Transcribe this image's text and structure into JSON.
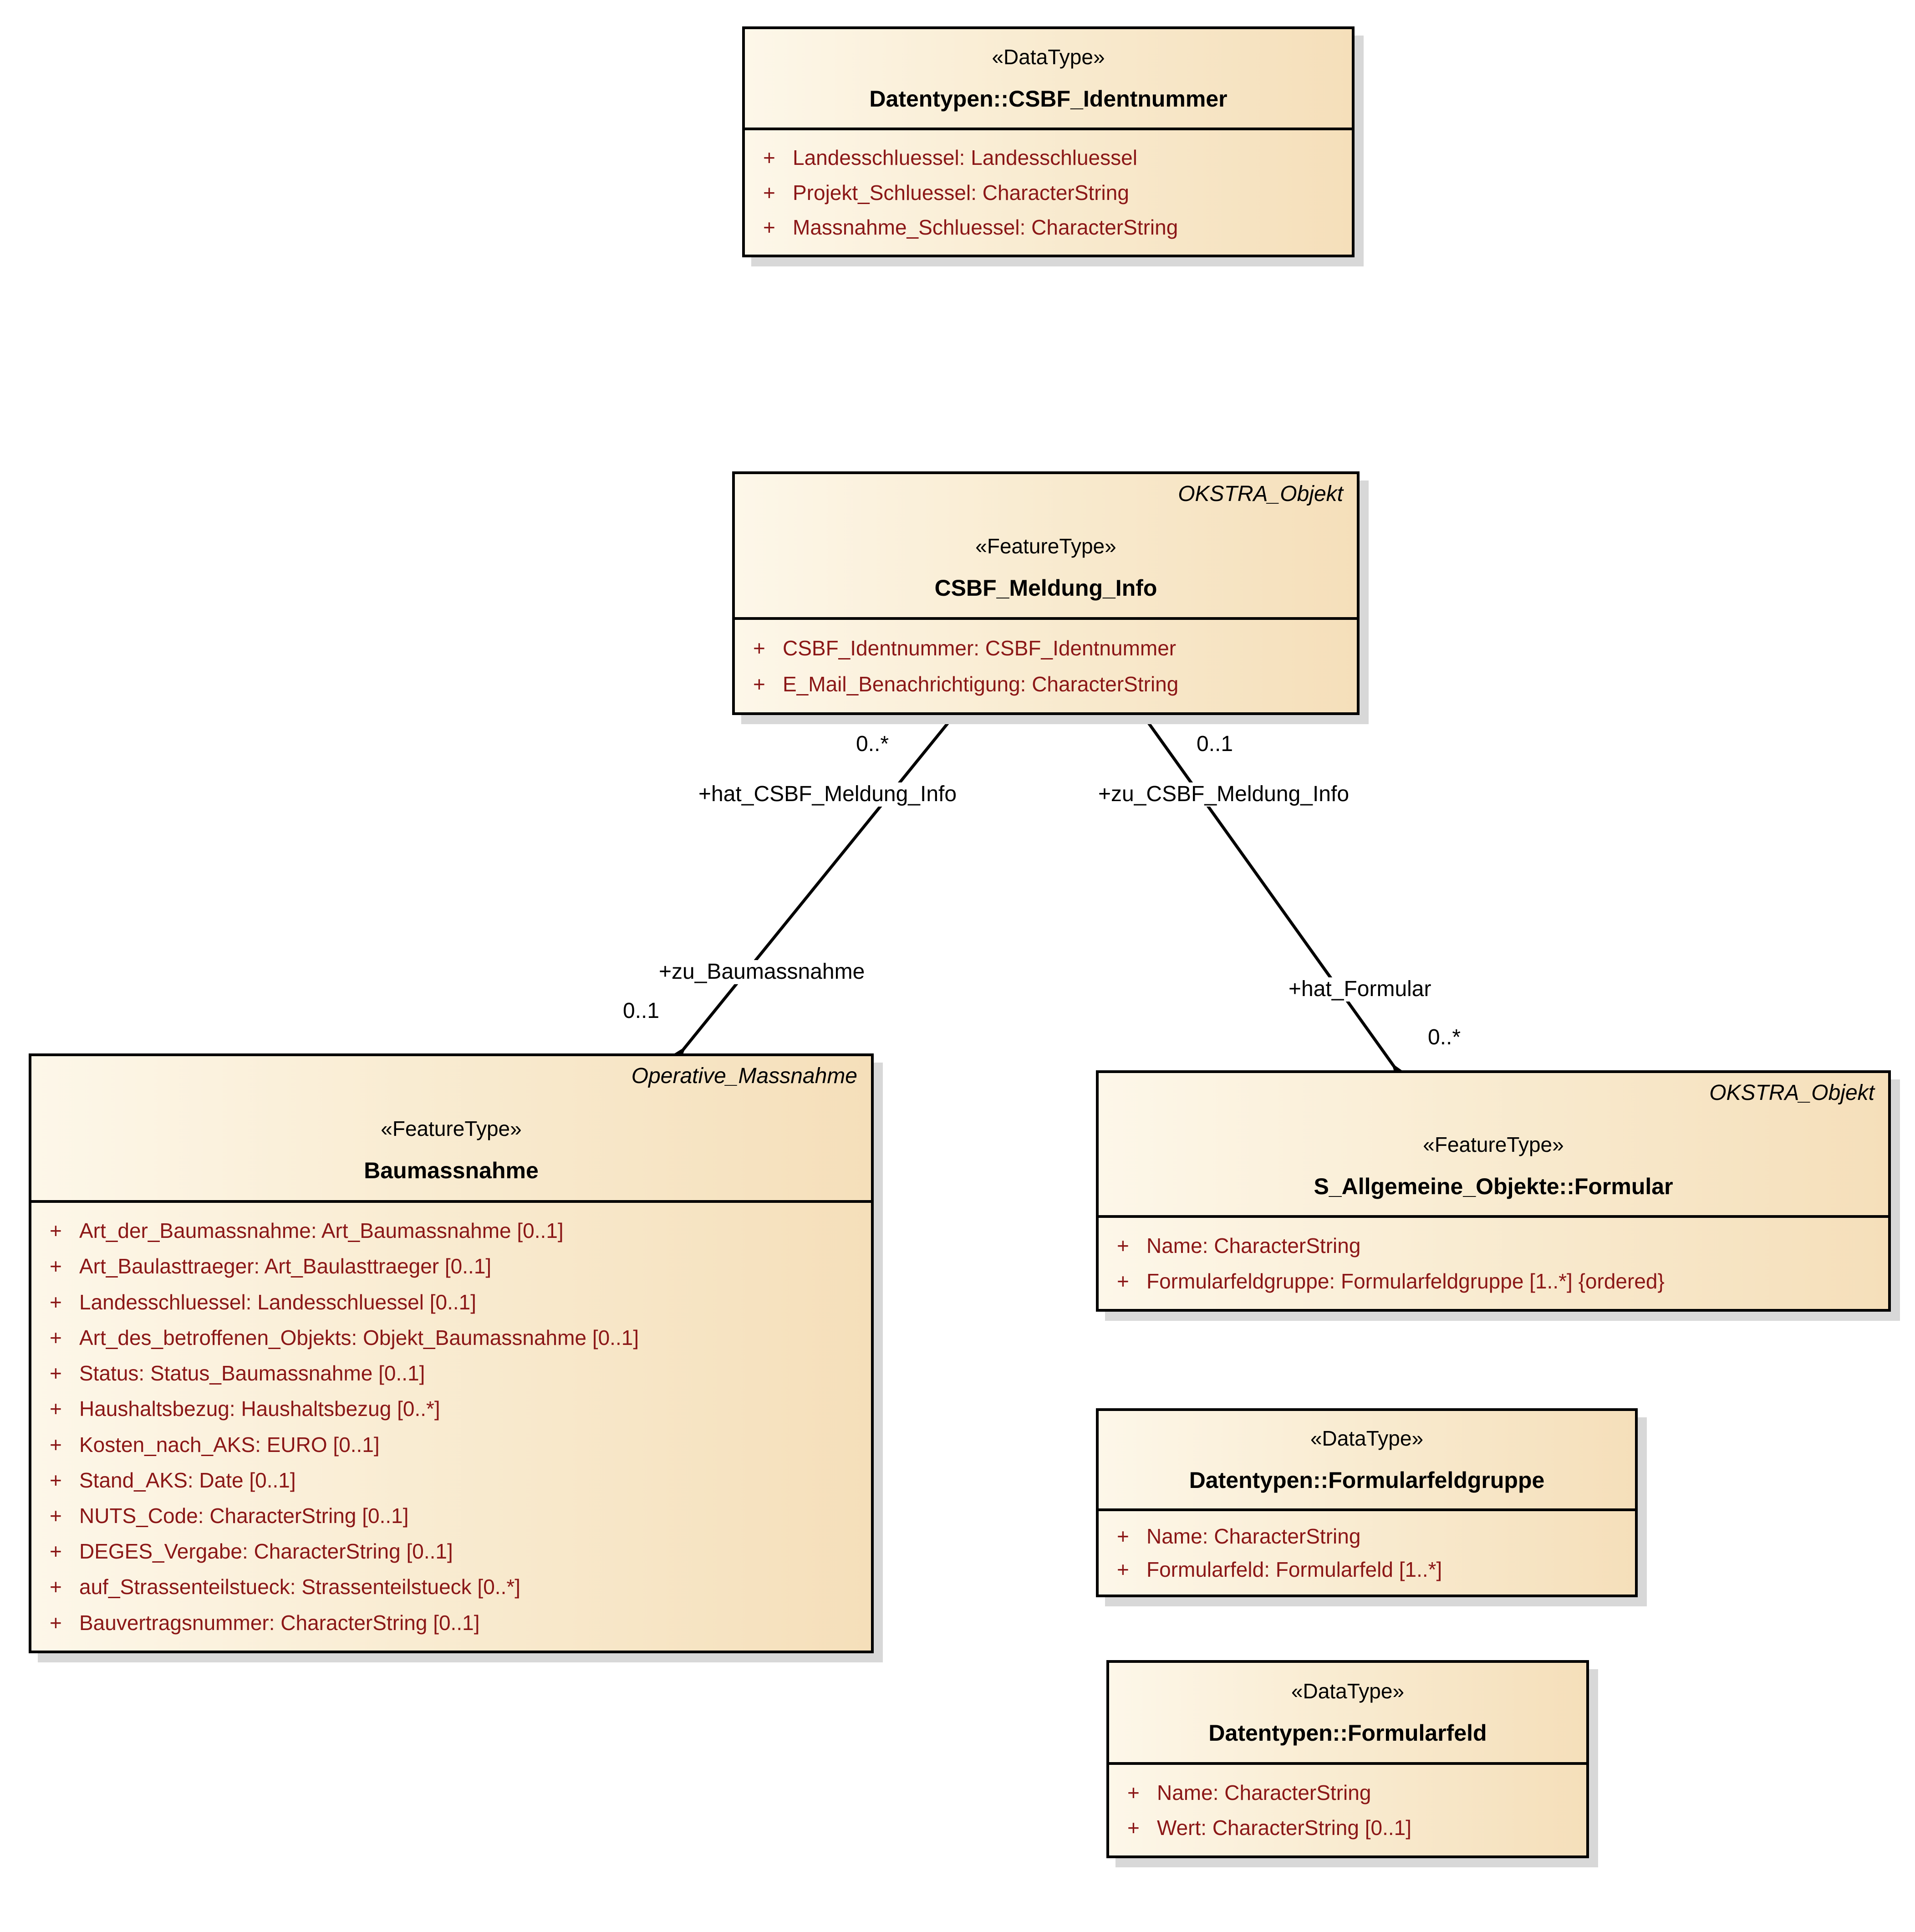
{
  "diagram": {
    "background": "#ffffff",
    "box_fill_left": "#fdf7e9",
    "box_fill_right": "#f5dfba",
    "border_color": "#000000",
    "shadow_color": "#d8d8d8",
    "attribute_text_color": "#8b1717",
    "line_color": "#000000"
  },
  "classes": {
    "identnummer": {
      "stereotype": "«DataType»",
      "name": "Datentypen::CSBF_Identnummer",
      "attributes": [
        {
          "vis": "+",
          "text": "Landesschluessel: Landesschluessel"
        },
        {
          "vis": "+",
          "text": "Projekt_Schluessel: CharacterString"
        },
        {
          "vis": "+",
          "text": "Massnahme_Schluessel: CharacterString"
        }
      ]
    },
    "meldung_info": {
      "annotation": "OKSTRA_Objekt",
      "stereotype": "«FeatureType»",
      "name": "CSBF_Meldung_Info",
      "attributes": [
        {
          "vis": "+",
          "text": "CSBF_Identnummer: CSBF_Identnummer"
        },
        {
          "vis": "+",
          "text": "E_Mail_Benachrichtigung: CharacterString"
        }
      ]
    },
    "baumassnahme": {
      "annotation": "Operative_Massnahme",
      "stereotype": "«FeatureType»",
      "name": "Baumassnahme",
      "attributes": [
        {
          "vis": "+",
          "text": "Art_der_Baumassnahme: Art_Baumassnahme [0..1]"
        },
        {
          "vis": "+",
          "text": "Art_Baulasttraeger: Art_Baulasttraeger [0..1]"
        },
        {
          "vis": "+",
          "text": "Landesschluessel: Landesschluessel [0..1]"
        },
        {
          "vis": "+",
          "text": "Art_des_betroffenen_Objekts: Objekt_Baumassnahme [0..1]"
        },
        {
          "vis": "+",
          "text": "Status: Status_Baumassnahme [0..1]"
        },
        {
          "vis": "+",
          "text": "Haushaltsbezug: Haushaltsbezug [0..*]"
        },
        {
          "vis": "+",
          "text": "Kosten_nach_AKS: EURO [0..1]"
        },
        {
          "vis": "+",
          "text": "Stand_AKS: Date [0..1]"
        },
        {
          "vis": "+",
          "text": "NUTS_Code: CharacterString [0..1]"
        },
        {
          "vis": "+",
          "text": "DEGES_Vergabe: CharacterString [0..1]"
        },
        {
          "vis": "+",
          "text": "auf_Strassenteilstueck: Strassenteilstueck [0..*]"
        },
        {
          "vis": "+",
          "text": "Bauvertragsnummer: CharacterString [0..1]"
        }
      ]
    },
    "formular": {
      "annotation": "OKSTRA_Objekt",
      "stereotype": "«FeatureType»",
      "name": "S_Allgemeine_Objekte::Formular",
      "attributes": [
        {
          "vis": "+",
          "text": "Name: CharacterString"
        },
        {
          "vis": "+",
          "text": "Formularfeldgruppe: Formularfeldgruppe [1..*] {ordered}"
        }
      ]
    },
    "formularfeldgruppe": {
      "stereotype": "«DataType»",
      "name": "Datentypen::Formularfeldgruppe",
      "attributes": [
        {
          "vis": "+",
          "text": "Name: CharacterString"
        },
        {
          "vis": "+",
          "text": "Formularfeld: Formularfeld [1..*]"
        }
      ]
    },
    "formularfeld": {
      "stereotype": "«DataType»",
      "name": "Datentypen::Formularfeld",
      "attributes": [
        {
          "vis": "+",
          "text": "Name: CharacterString"
        },
        {
          "vis": "+",
          "text": "Wert: CharacterString [0..1]"
        }
      ]
    }
  },
  "associations": {
    "meldung_baumassnahme": {
      "end_meldung": {
        "mult": "0..*",
        "role": "+hat_CSBF_Meldung_Info"
      },
      "end_baumassnahme": {
        "mult": "0..1",
        "role": "+zu_Baumassnahme"
      }
    },
    "meldung_formular": {
      "end_meldung": {
        "mult": "0..1",
        "role": "+zu_CSBF_Meldung_Info"
      },
      "end_formular": {
        "mult": "0..*",
        "role": "+hat_Formular"
      }
    }
  }
}
